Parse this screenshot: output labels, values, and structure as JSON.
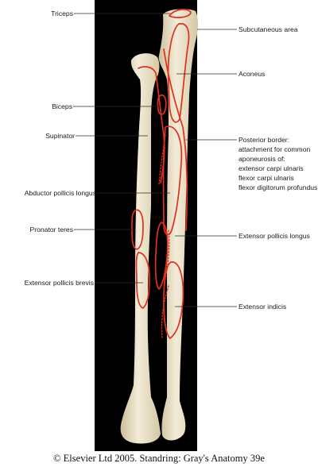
{
  "colors": {
    "background": "#000000",
    "bone": "#ece4cc",
    "bone_shade": "#cdbf9c",
    "attachment": "#e0301e",
    "label_text": "#1a1a1a"
  },
  "labels_left": [
    "Triceps",
    "Biceps",
    "Supinator",
    "Abductor pollicis longus",
    "Pronator teres",
    "Extensor pollicis brevis"
  ],
  "labels_right": {
    "subcutaneous_area": "Subcutaneous area",
    "aconeus": "Aconeus",
    "posterior_border": [
      "Posterior border:",
      "attachment for common",
      "aponeurosis of:",
      "extensor carpi ulnaris",
      "flexor carpi ulnaris",
      "flexor digitorum profundus"
    ],
    "extensor_pollicis_longus": "Extensor pollicis longus",
    "extensor_indicis": "Extensor indicis"
  },
  "credit": "© Elsevier Ltd 2005. Standring: Gray's Anatomy 39e"
}
